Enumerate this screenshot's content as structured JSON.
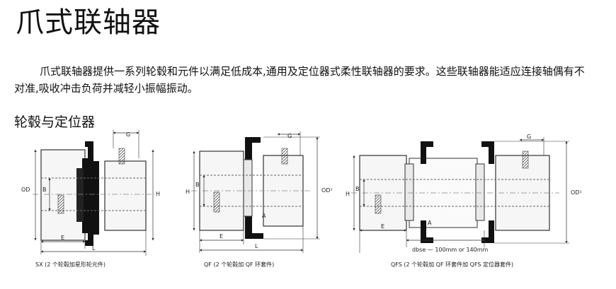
{
  "page": {
    "title": "爪式联轴器",
    "intro": "爪式联轴器提供一系列轮毂和元件以满足低成本,通用及定位器式柔性联轴器的要求。这些联轴器能适应连接轴偶有不对准,吸收冲击负荷并减轻小振幅振动。",
    "section_heading": "轮毂与定位器"
  },
  "figures": [
    {
      "caption": "SX (2 个轮毂加星形轮元件)",
      "labels": {
        "g": "G",
        "od": "OD",
        "b": "B",
        "h": "H",
        "e": "E",
        "l": "L"
      }
    },
    {
      "caption": "QF (2 个轮毂加 QF 环套件)",
      "labels": {
        "g": "G",
        "od": "OD¹",
        "b": "B",
        "h": "H",
        "e": "E",
        "l": "L",
        "a": "A"
      }
    },
    {
      "caption": "QFS (2 个轮毂加 QF 环套件加 QFS 定位器套件)",
      "labels": {
        "g": "G",
        "od": "OD¹",
        "b": "B",
        "h": "H",
        "e": "E",
        "a": "A",
        "dbse": "dbse — 100mm or 140mm"
      }
    }
  ]
}
